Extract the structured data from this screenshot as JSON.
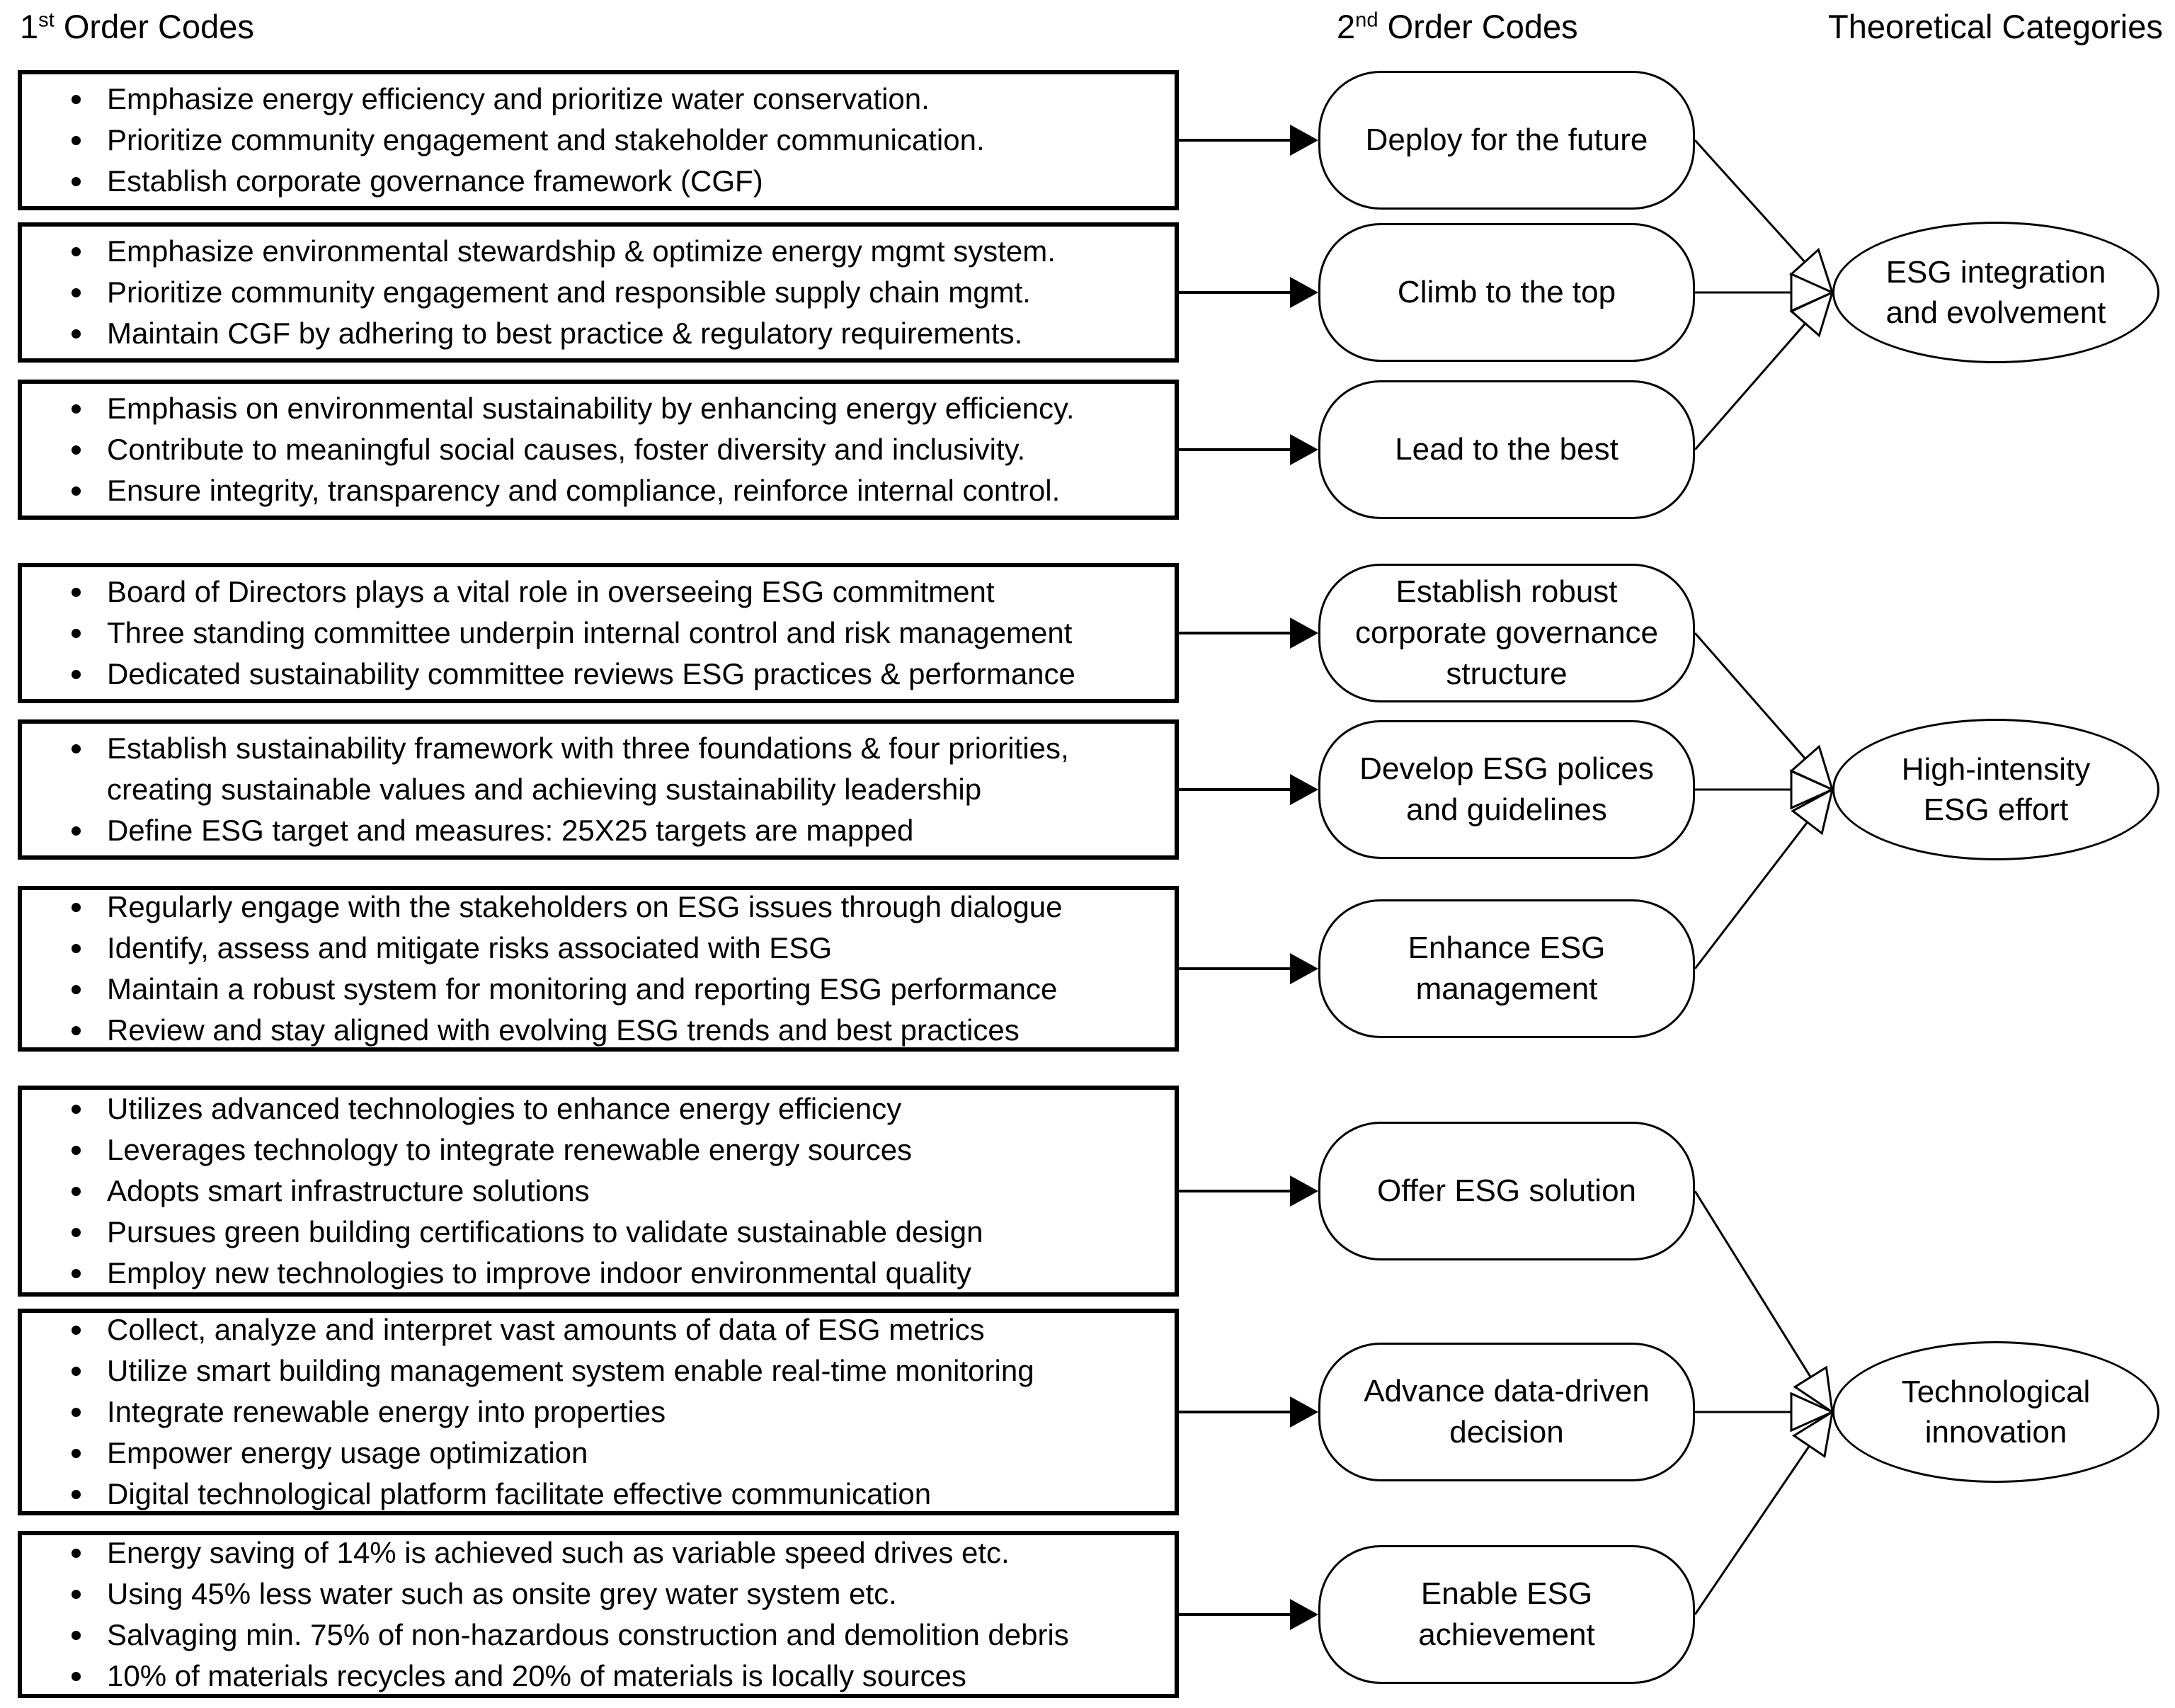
{
  "colors": {
    "ink": "#000000",
    "paper": "#ffffff"
  },
  "headers": {
    "first_order": {
      "base": "1",
      "sup": "st",
      "rest": " Order Codes"
    },
    "second_order": {
      "base": "2",
      "sup": "nd",
      "rest": " Order Codes"
    },
    "categories": {
      "base": "",
      "sup": "",
      "rest": "Theoretical Categories"
    }
  },
  "groups": [
    {
      "category": "ESG integration and evolvement",
      "items": [
        {
          "code": "Deploy for the future",
          "bullets": [
            "Emphasize energy efficiency and prioritize water conservation.",
            "Prioritize community engagement and stakeholder communication.",
            "Establish corporate governance framework (CGF)"
          ]
        },
        {
          "code": "Climb to the top",
          "bullets": [
            "Emphasize environmental stewardship & optimize energy mgmt system.",
            "Prioritize community engagement and responsible supply chain mgmt.",
            "Maintain CGF by adhering to best practice & regulatory requirements."
          ]
        },
        {
          "code": "Lead to the best",
          "bullets": [
            "Emphasis on environmental sustainability by enhancing energy efficiency.",
            "Contribute to meaningful social causes, foster diversity and inclusivity.",
            "Ensure integrity, transparency and compliance, reinforce internal control."
          ]
        }
      ]
    },
    {
      "category": "High-intensity ESG effort",
      "items": [
        {
          "code": "Establish robust corporate governance structure",
          "bullets": [
            "Board of Directors plays a vital role in overseeing ESG commitment",
            "Three standing committee underpin internal control and risk management",
            "Dedicated sustainability committee reviews ESG practices & performance"
          ]
        },
        {
          "code": "Develop ESG polices and guidelines",
          "bullets": [
            "Establish sustainability framework with three foundations & four priorities, creating sustainable values and achieving sustainability leadership",
            "Define ESG target and measures: 25X25 targets are mapped"
          ]
        },
        {
          "code": "Enhance ESG management",
          "bullets": [
            "Regularly engage with the stakeholders on ESG issues through dialogue",
            "Identify, assess and mitigate risks associated with ESG",
            "Maintain a robust system for monitoring and reporting ESG performance",
            "Review and stay aligned with evolving ESG trends and best practices"
          ]
        }
      ]
    },
    {
      "category": "Technological innovation",
      "items": [
        {
          "code": "Offer ESG solution",
          "bullets": [
            "Utilizes advanced technologies to enhance energy efficiency",
            "Leverages technology to integrate renewable energy sources",
            "Adopts smart infrastructure solutions",
            "Pursues green building certifications to validate sustainable design",
            "Employ new technologies to improve indoor environmental quality"
          ]
        },
        {
          "code": "Advance data-driven decision",
          "bullets": [
            "Collect, analyze and interpret vast amounts of data of ESG metrics",
            "Utilize smart building management system enable real-time monitoring",
            "Integrate renewable energy into properties",
            "Empower energy usage optimization",
            "Digital technological platform facilitate effective communication"
          ]
        },
        {
          "code": "Enable ESG achievement",
          "bullets": [
            "Energy saving of 14% is achieved such as variable speed drives etc.",
            "Using 45% less water such as onsite grey water system etc.",
            "Salvaging min. 75% of non-hazardous construction and demolition debris",
            "10% of materials recycles and 20% of materials is locally sources"
          ]
        }
      ]
    }
  ]
}
